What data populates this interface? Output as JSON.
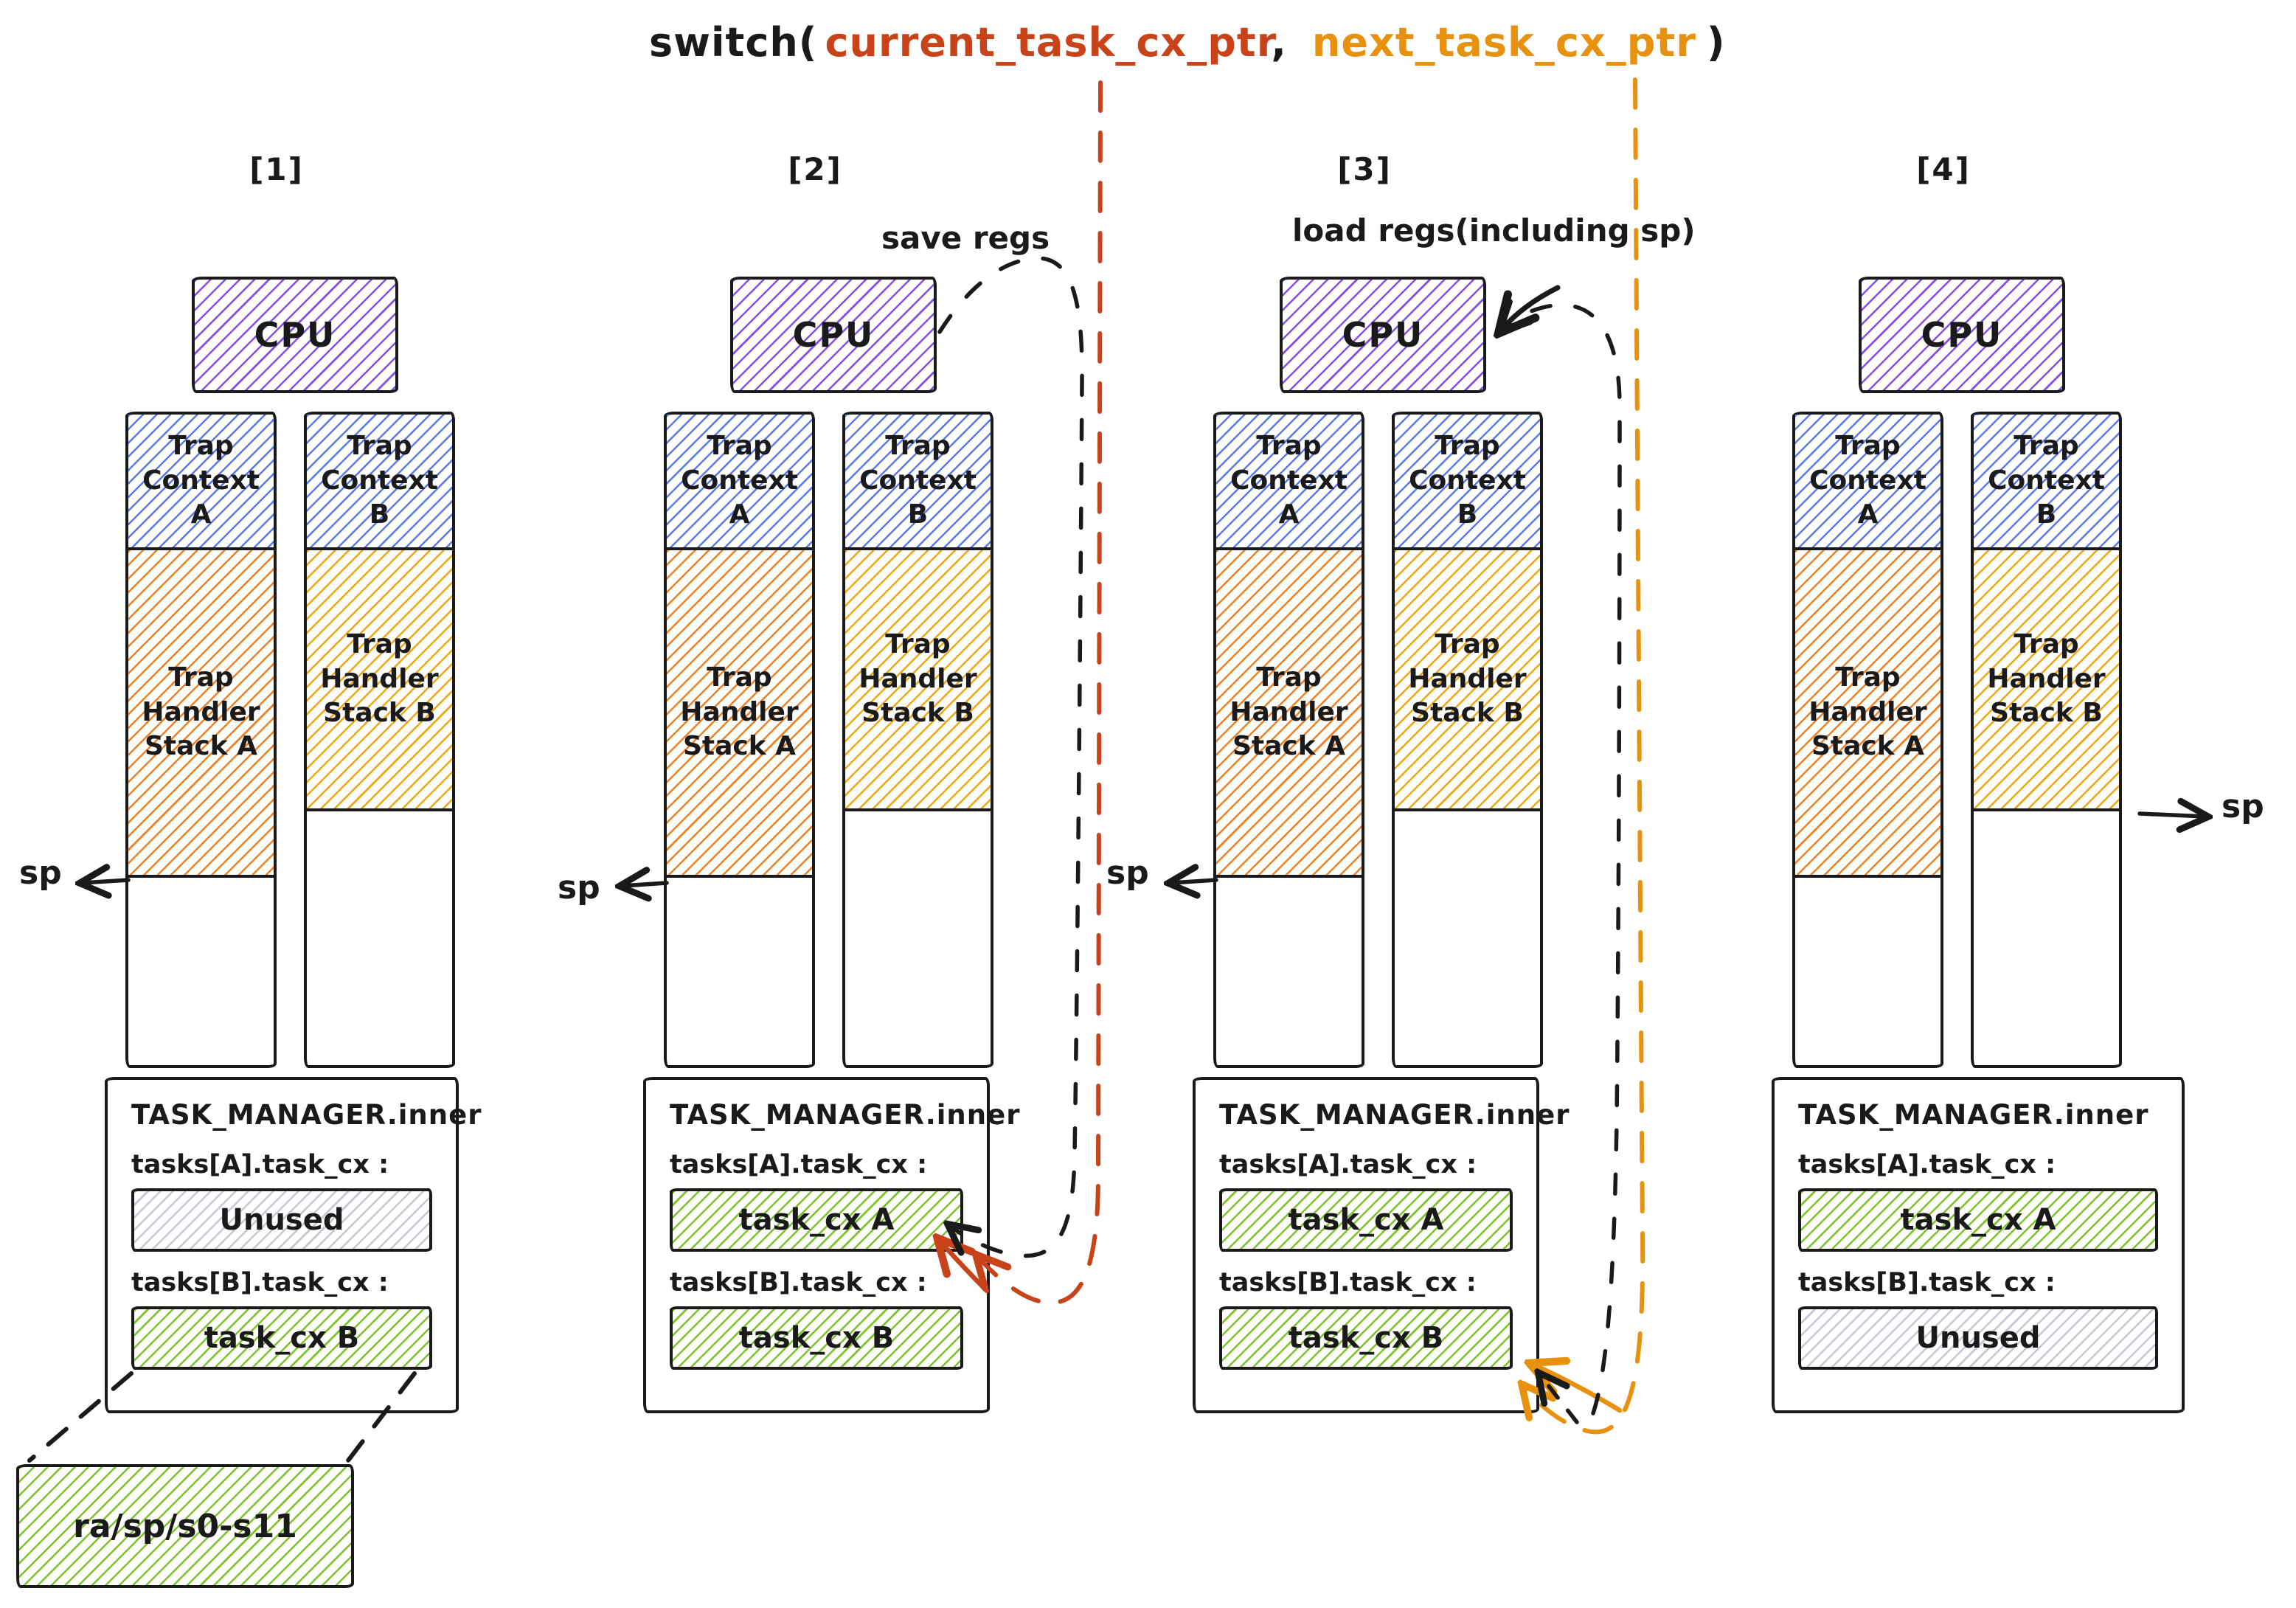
{
  "title": {
    "fn": "switch(",
    "arg1": "current_task_cx_ptr",
    "sep": ",",
    "arg2": "next_task_cx_ptr",
    "close": ")"
  },
  "annotations": {
    "save_regs": "save regs",
    "load_regs": "load regs(including sp)",
    "sp": "sp"
  },
  "detail_box": {
    "label": "ra/sp/s0-s11"
  },
  "colors": {
    "ink": "#1a1a1a",
    "cpu_hatch": "#8250ee",
    "trap_context_hatch": "#5a78ef",
    "handler_a_hatch": "#f28022",
    "handler_b_hatch": "#f4a50f",
    "used_hatch": "#7ec229",
    "unused_hatch": "#c3c9d4",
    "current_ptr": "#c9431a",
    "next_ptr": "#e8910e"
  },
  "panels": [
    {
      "label": "[1]",
      "cpu_label": "CPU",
      "left_stack": {
        "context": "Trap Context A",
        "handler": "Trap Handler Stack A"
      },
      "right_stack": {
        "context": "Trap Context B",
        "handler": "Trap Handler Stack B"
      },
      "task_manager": {
        "title": "TASK_MANAGER.inner",
        "slot_a_label": "tasks[A].task_cx :",
        "slot_a_value": "Unused",
        "slot_a_variant": "unused",
        "slot_b_label": "tasks[B].task_cx :",
        "slot_b_value": "task_cx B",
        "slot_b_variant": "used"
      },
      "sp_side": "left"
    },
    {
      "label": "[2]",
      "cpu_label": "CPU",
      "left_stack": {
        "context": "Trap Context A",
        "handler": "Trap Handler Stack A"
      },
      "right_stack": {
        "context": "Trap Context B",
        "handler": "Trap Handler Stack B"
      },
      "task_manager": {
        "title": "TASK_MANAGER.inner",
        "slot_a_label": "tasks[A].task_cx :",
        "slot_a_value": "task_cx A",
        "slot_a_variant": "used",
        "slot_b_label": "tasks[B].task_cx :",
        "slot_b_value": "task_cx B",
        "slot_b_variant": "used"
      },
      "sp_side": "left"
    },
    {
      "label": "[3]",
      "cpu_label": "CPU",
      "left_stack": {
        "context": "Trap Context A",
        "handler": "Trap Handler Stack A"
      },
      "right_stack": {
        "context": "Trap Context B",
        "handler": "Trap Handler Stack B"
      },
      "task_manager": {
        "title": "TASK_MANAGER.inner",
        "slot_a_label": "tasks[A].task_cx :",
        "slot_a_value": "task_cx A",
        "slot_a_variant": "used",
        "slot_b_label": "tasks[B].task_cx :",
        "slot_b_value": "task_cx B",
        "slot_b_variant": "used"
      },
      "sp_side": "left"
    },
    {
      "label": "[4]",
      "cpu_label": "CPU",
      "left_stack": {
        "context": "Trap Context A",
        "handler": "Trap Handler Stack A"
      },
      "right_stack": {
        "context": "Trap Context B",
        "handler": "Trap Handler Stack B"
      },
      "task_manager": {
        "title": "TASK_MANAGER.inner",
        "slot_a_label": "tasks[A].task_cx :",
        "slot_a_value": "task_cx A",
        "slot_a_variant": "used",
        "slot_b_label": "tasks[B].task_cx :",
        "slot_b_value": "Unused",
        "slot_b_variant": "unused"
      },
      "sp_side": "right"
    }
  ]
}
